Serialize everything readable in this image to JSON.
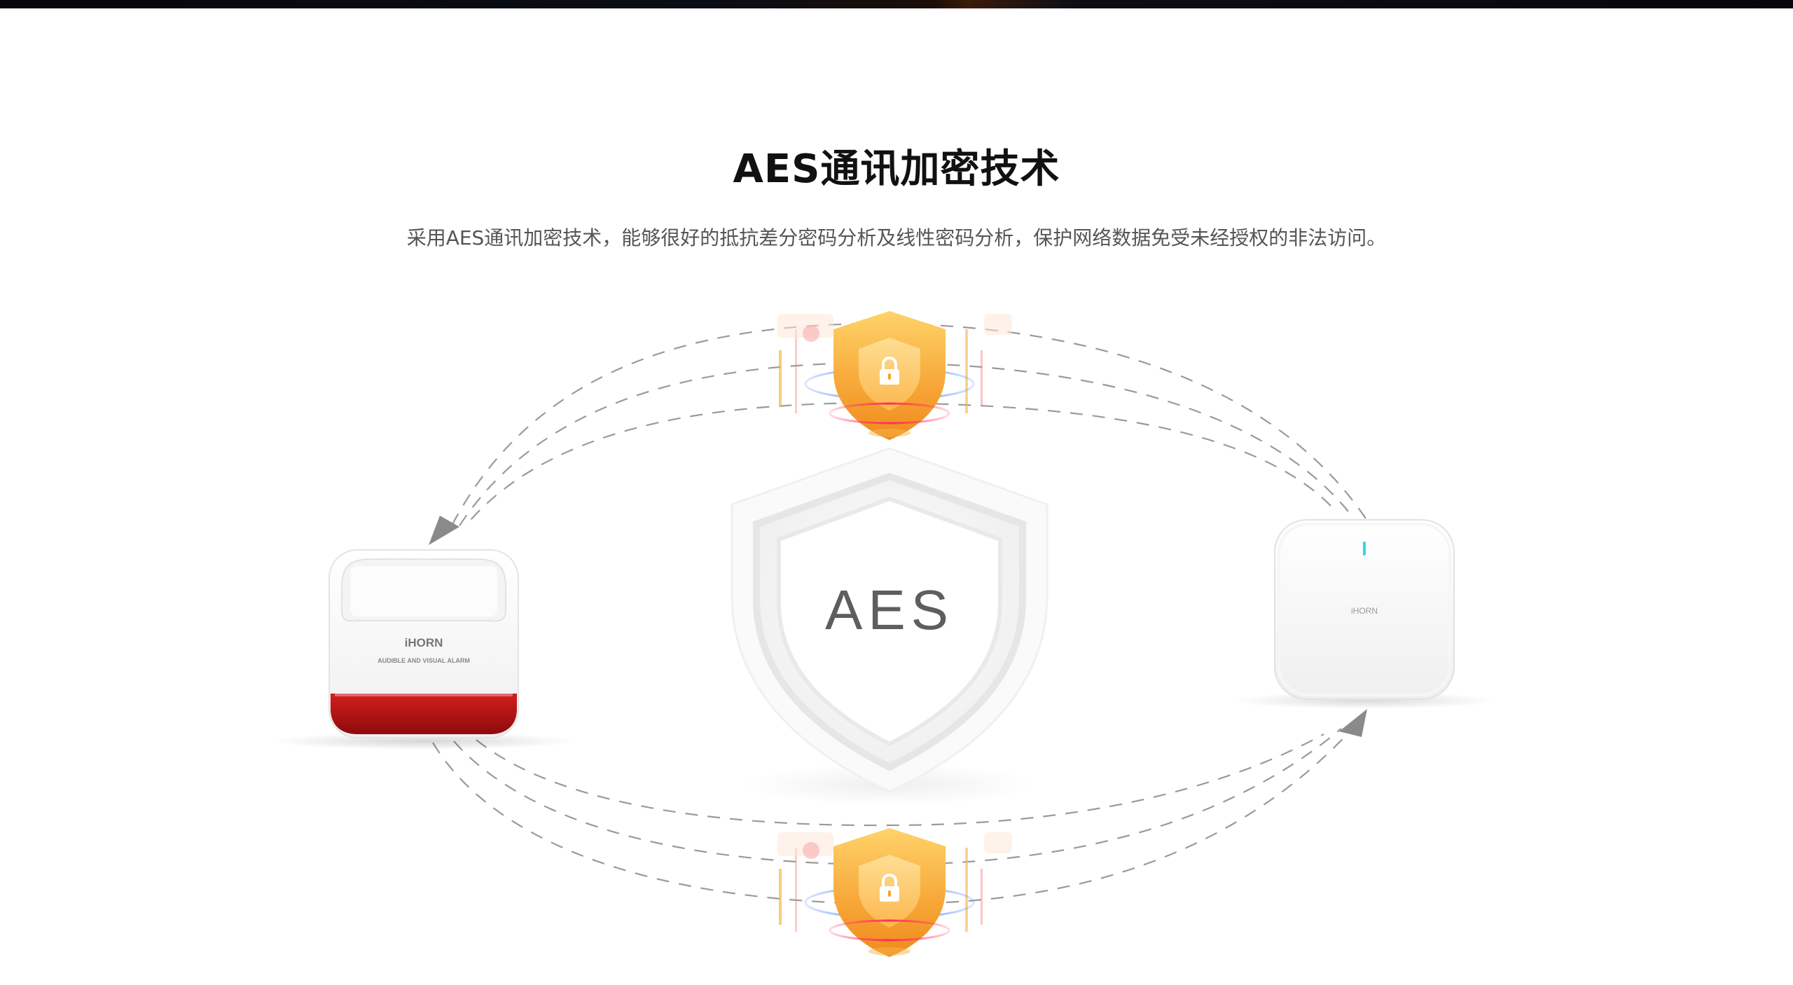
{
  "section": {
    "title": "AES通讯加密技术",
    "description": "采用AES通讯加密技术，能够很好的抵抗差分密码分析及线性密码分析，保护网络数据免受未经授权的非法访问。"
  },
  "diagram": {
    "center_label": "AES",
    "left_device": {
      "brand": "iHORN",
      "model_text": "AUDIBLE AND VISUAL ALARM",
      "accent_color": "#b01515"
    },
    "right_device": {
      "brand": "iHORN",
      "indicator_color": "#2fd6e8"
    },
    "shield_color": "#f5a623",
    "lock_icon": "lock-icon"
  }
}
